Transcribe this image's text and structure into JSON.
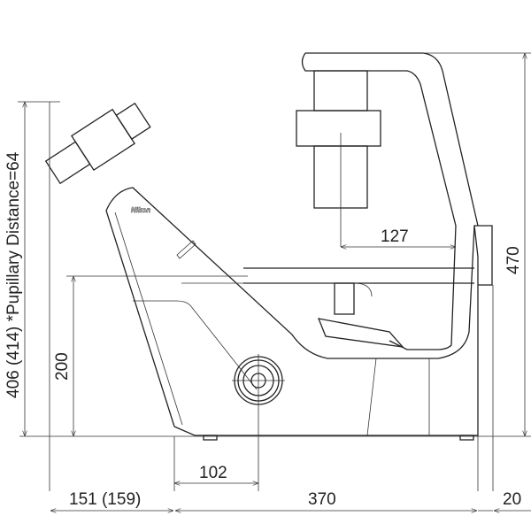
{
  "brand_logo": "Nikon",
  "dimensions": {
    "total_height": "406 (414) *Pupillary Distance=64",
    "stage_height": "200",
    "base_to_front": "151 (159)",
    "knob_offset": "102",
    "base_length": "370",
    "rear_offset": "20",
    "overall_height": "470",
    "working_reach": "127"
  }
}
